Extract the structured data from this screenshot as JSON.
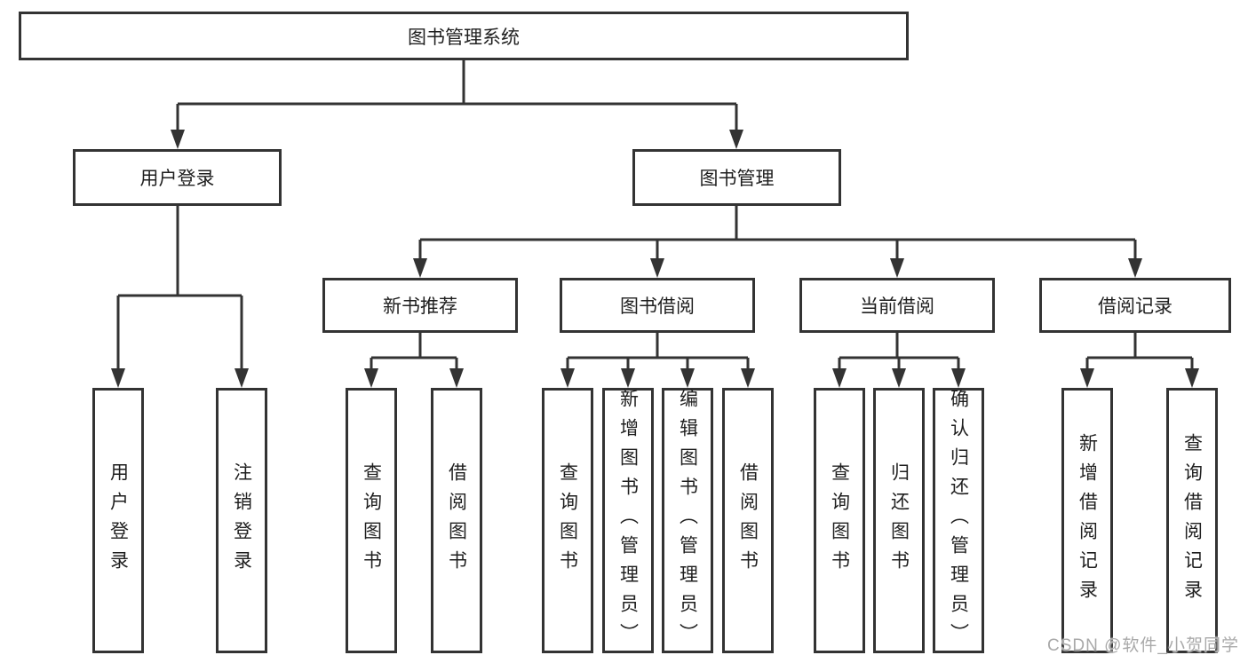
{
  "diagram": {
    "root": "图书管理系统",
    "level2": [
      "用户登录",
      "图书管理"
    ],
    "level3": [
      "新书推荐",
      "图书借阅",
      "当前借阅",
      "借阅记录"
    ],
    "leaves": {
      "user_login": [
        "用户登录",
        "注销登录"
      ],
      "new_book": [
        "查询图书",
        "借阅图书"
      ],
      "book_borrow": [
        "查询图书",
        "新增图书（管理员）",
        "编辑图书（管理员）",
        "借阅图书"
      ],
      "current_borrow": [
        "查询图书",
        "归还图书",
        "确认归还（管理员）"
      ],
      "borrow_record": [
        "新增借阅记录",
        "查询借阅记录"
      ]
    }
  },
  "watermark": "CSDN @软件_小贺同学",
  "colors": {
    "line": "#333333",
    "box_border": "#333333",
    "box_fill": "#ffffff",
    "text": "#1f1f1f",
    "watermark": "#a9a9a9",
    "background": "#ffffff"
  }
}
